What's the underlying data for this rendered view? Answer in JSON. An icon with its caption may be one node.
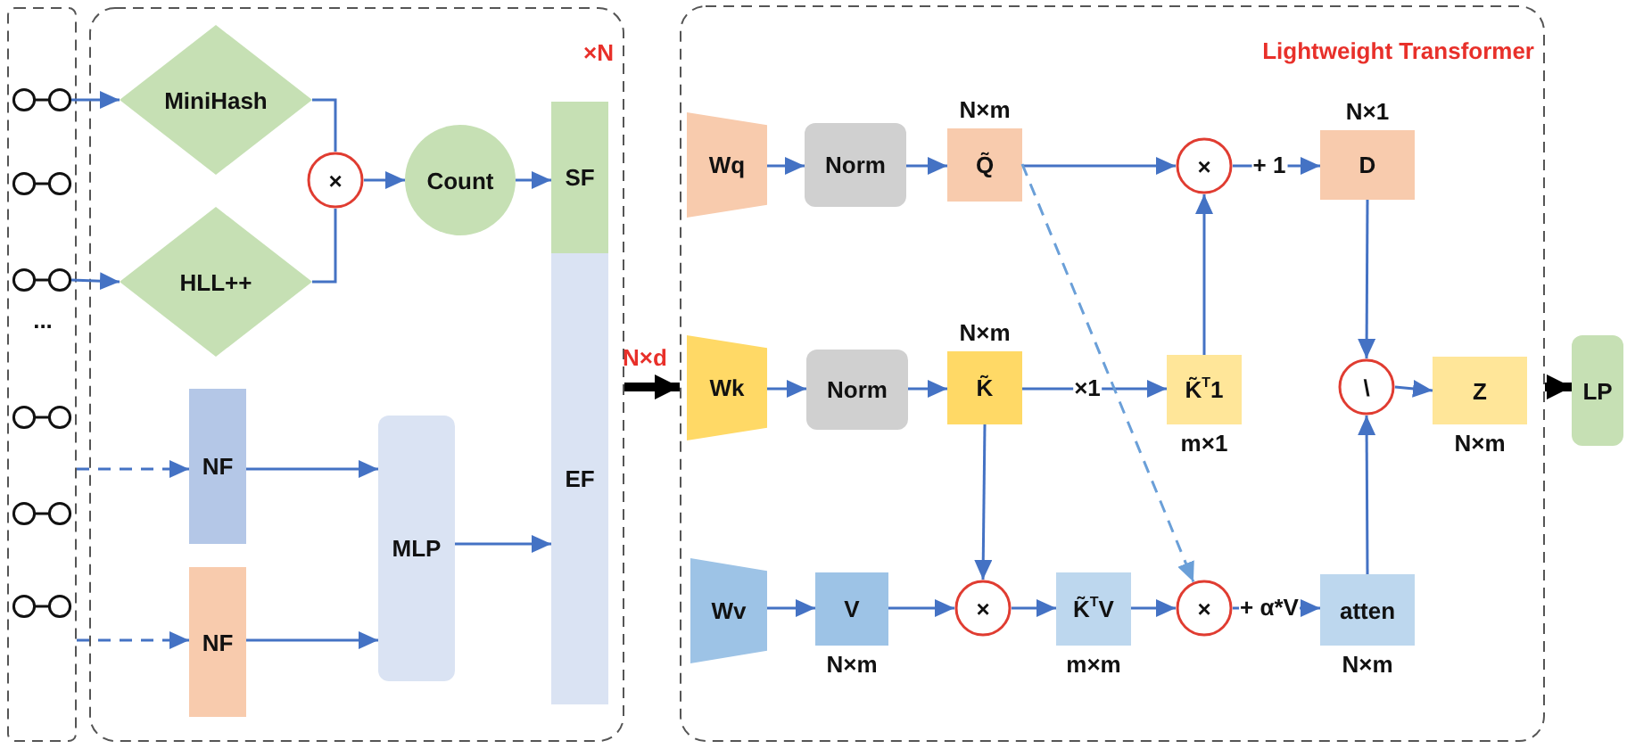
{
  "diagram": {
    "nodes": [
      {
        "text": [],
        "shape": "box"
      },
      {
        "text": [],
        "shape": "picture",
        "in": 0
      },
      {
        "text": [],
        "shape": "picture",
        "in": 0
      },
      {
        "text": [],
        "shape": "picture",
        "in": 0
      },
      {
        "text": [],
        "shape": "picture",
        "in": 0
      },
      {
        "text": [],
        "shape": "picture",
        "in": 0
      },
      {
        "text": [],
        "shape": "picture",
        "in": 0
      },
      {
        "text": [
          "×N"
        ]
      },
      {
        "text": [
          "MiniHash"
        ],
        "in": 7
      },
      {
        "text": [
          "HLL++"
        ],
        "in": 7
      },
      {
        "text": [
          "×"
        ],
        "in": 7
      },
      {
        "text": [
          "Count"
        ],
        "in": 7
      },
      {
        "text": [
          "SF"
        ],
        "in": 7
      },
      {
        "text": [
          "EF"
        ],
        "in": 7
      },
      {
        "text": [
          "NF"
        ],
        "in": 7
      },
      {
        "text": [
          "NF"
        ],
        "in": 7
      },
      {
        "text": [
          "MLP"
        ],
        "in": 7
      },
      {
        "text": [
          "Lightweight Transformer"
        ]
      },
      {
        "text": [
          "Wq"
        ],
        "in": 17
      },
      {
        "text": [
          "Norm"
        ],
        "in": 17
      },
      {
        "text": [
          "Q̃"
        ],
        "beside": [
          "N×m"
        ],
        "in": 17
      },
      {
        "text": [
          "×"
        ],
        "in": 17
      },
      {
        "text": [
          "D"
        ],
        "beside": [
          "N×1"
        ],
        "in": 17
      },
      {
        "text": [
          "Wk"
        ],
        "in": 17
      },
      {
        "text": [
          "Norm"
        ],
        "in": 17
      },
      {
        "text": [
          "K̃"
        ],
        "beside": [
          "N×m"
        ],
        "in": 17
      },
      {
        "text": [
          "K̃$^{T}$1"
        ],
        "beside": [
          "m×1"
        ],
        "in": 17
      },
      {
        "text": [
          "\\"
        ],
        "in": 17
      },
      {
        "text": [
          "Z"
        ],
        "beside": [
          "N×m"
        ],
        "in": 17
      },
      {
        "text": [
          "Wv"
        ],
        "in": 17
      },
      {
        "text": [
          "V"
        ],
        "beside": [
          "N×m"
        ],
        "in": 17
      },
      {
        "text": [
          "×"
        ],
        "in": 17
      },
      {
        "text": [
          "K̃$^{T}$V"
        ],
        "beside": [
          "m×m"
        ],
        "in": 17
      },
      {
        "text": [
          "×"
        ],
        "in": 17
      },
      {
        "text": [
          "atten"
        ],
        "beside": [
          "N×m"
        ],
        "in": 17
      },
      {
        "text": [
          "LP"
        ]
      }
    ],
    "edges": [
      {
        "from": 1,
        "to": 8,
        "arrow": "to"
      },
      {
        "from": 3,
        "to": 9,
        "arrow": "to"
      },
      {
        "from": 0,
        "to": 14,
        "arrow": "to",
        "style": "dashed"
      },
      {
        "from": 0,
        "to": 15,
        "arrow": "to",
        "style": "dashed"
      },
      {
        "from": 8,
        "to": 10,
        "arrow": "none"
      },
      {
        "from": 9,
        "to": 10,
        "arrow": "none"
      },
      {
        "from": 10,
        "to": 11,
        "arrow": "to"
      },
      {
        "from": 11,
        "to": 12,
        "arrow": "to"
      },
      {
        "from": 14,
        "to": 16,
        "arrow": "to"
      },
      {
        "from": 15,
        "to": 16,
        "arrow": "to"
      },
      {
        "from": 16,
        "to": 13,
        "arrow": "to"
      },
      {
        "from": 7,
        "to": 17,
        "arrow": "to",
        "label": "N×d",
        "style": "thick",
        "color": "#000000"
      },
      {
        "from": 18,
        "to": 19,
        "arrow": "to"
      },
      {
        "from": 19,
        "to": 20,
        "arrow": "to"
      },
      {
        "from": 20,
        "to": 21,
        "arrow": "to"
      },
      {
        "from": 21,
        "to": 22,
        "arrow": "to",
        "label": "+ 1"
      },
      {
        "from": 26,
        "to": 21,
        "arrow": "to"
      },
      {
        "from": 22,
        "to": 27,
        "arrow": "to"
      },
      {
        "from": 23,
        "to": 24,
        "arrow": "to"
      },
      {
        "from": 24,
        "to": 25,
        "arrow": "to"
      },
      {
        "from": 25,
        "to": 26,
        "arrow": "to",
        "label": "×1"
      },
      {
        "from": 25,
        "to": 31,
        "arrow": "to"
      },
      {
        "from": 20,
        "to": 33,
        "arrow": "to",
        "style": "dashed",
        "color": "#6a9fd8"
      },
      {
        "from": 29,
        "to": 30,
        "arrow": "to"
      },
      {
        "from": 30,
        "to": 31,
        "arrow": "to"
      },
      {
        "from": 31,
        "to": 32,
        "arrow": "to"
      },
      {
        "from": 32,
        "to": 33,
        "arrow": "to"
      },
      {
        "from": 33,
        "to": 34,
        "arrow": "to",
        "label": "+ α*V"
      },
      {
        "from": 34,
        "to": 27,
        "arrow": "to"
      },
      {
        "from": 27,
        "to": 28,
        "arrow": "to"
      },
      {
        "from": 17,
        "to": 35,
        "arrow": "to",
        "style": "thick",
        "color": "#000000"
      }
    ],
    "labels": [
      "..."
    ]
  }
}
